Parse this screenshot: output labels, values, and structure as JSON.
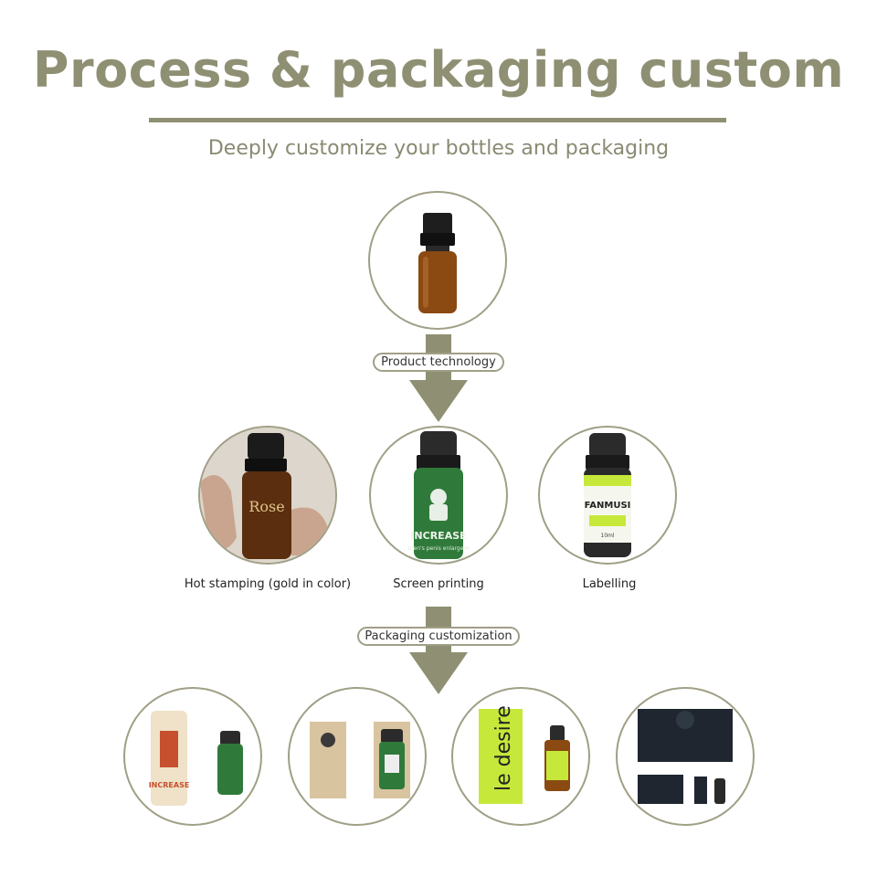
{
  "header": {
    "title": "Process & packaging custom",
    "subtitle": "Deeply customize your bottles and packaging"
  },
  "steps": {
    "product_technology": "Product technology",
    "packaging_customization": "Packaging customization"
  },
  "techniques": [
    {
      "label": "Hot stamping (gold in color)"
    },
    {
      "label": "Screen printing"
    },
    {
      "label": "Labelling"
    }
  ],
  "bottle_prints": {
    "screen": "INCREASE",
    "screen_sub": "men's penis enlargem",
    "label_brand": "FANMUSI",
    "label_volume": "10ml",
    "stamp_text": "Rose",
    "package_tube": "INCREASE",
    "package_yellow": "le desire"
  },
  "colors": {
    "accent": "#8f8f73",
    "circle_border": "#a09f86",
    "amber": "#8a4a12",
    "green_glass": "#2f7a3a",
    "lime": "#c6e83a"
  }
}
